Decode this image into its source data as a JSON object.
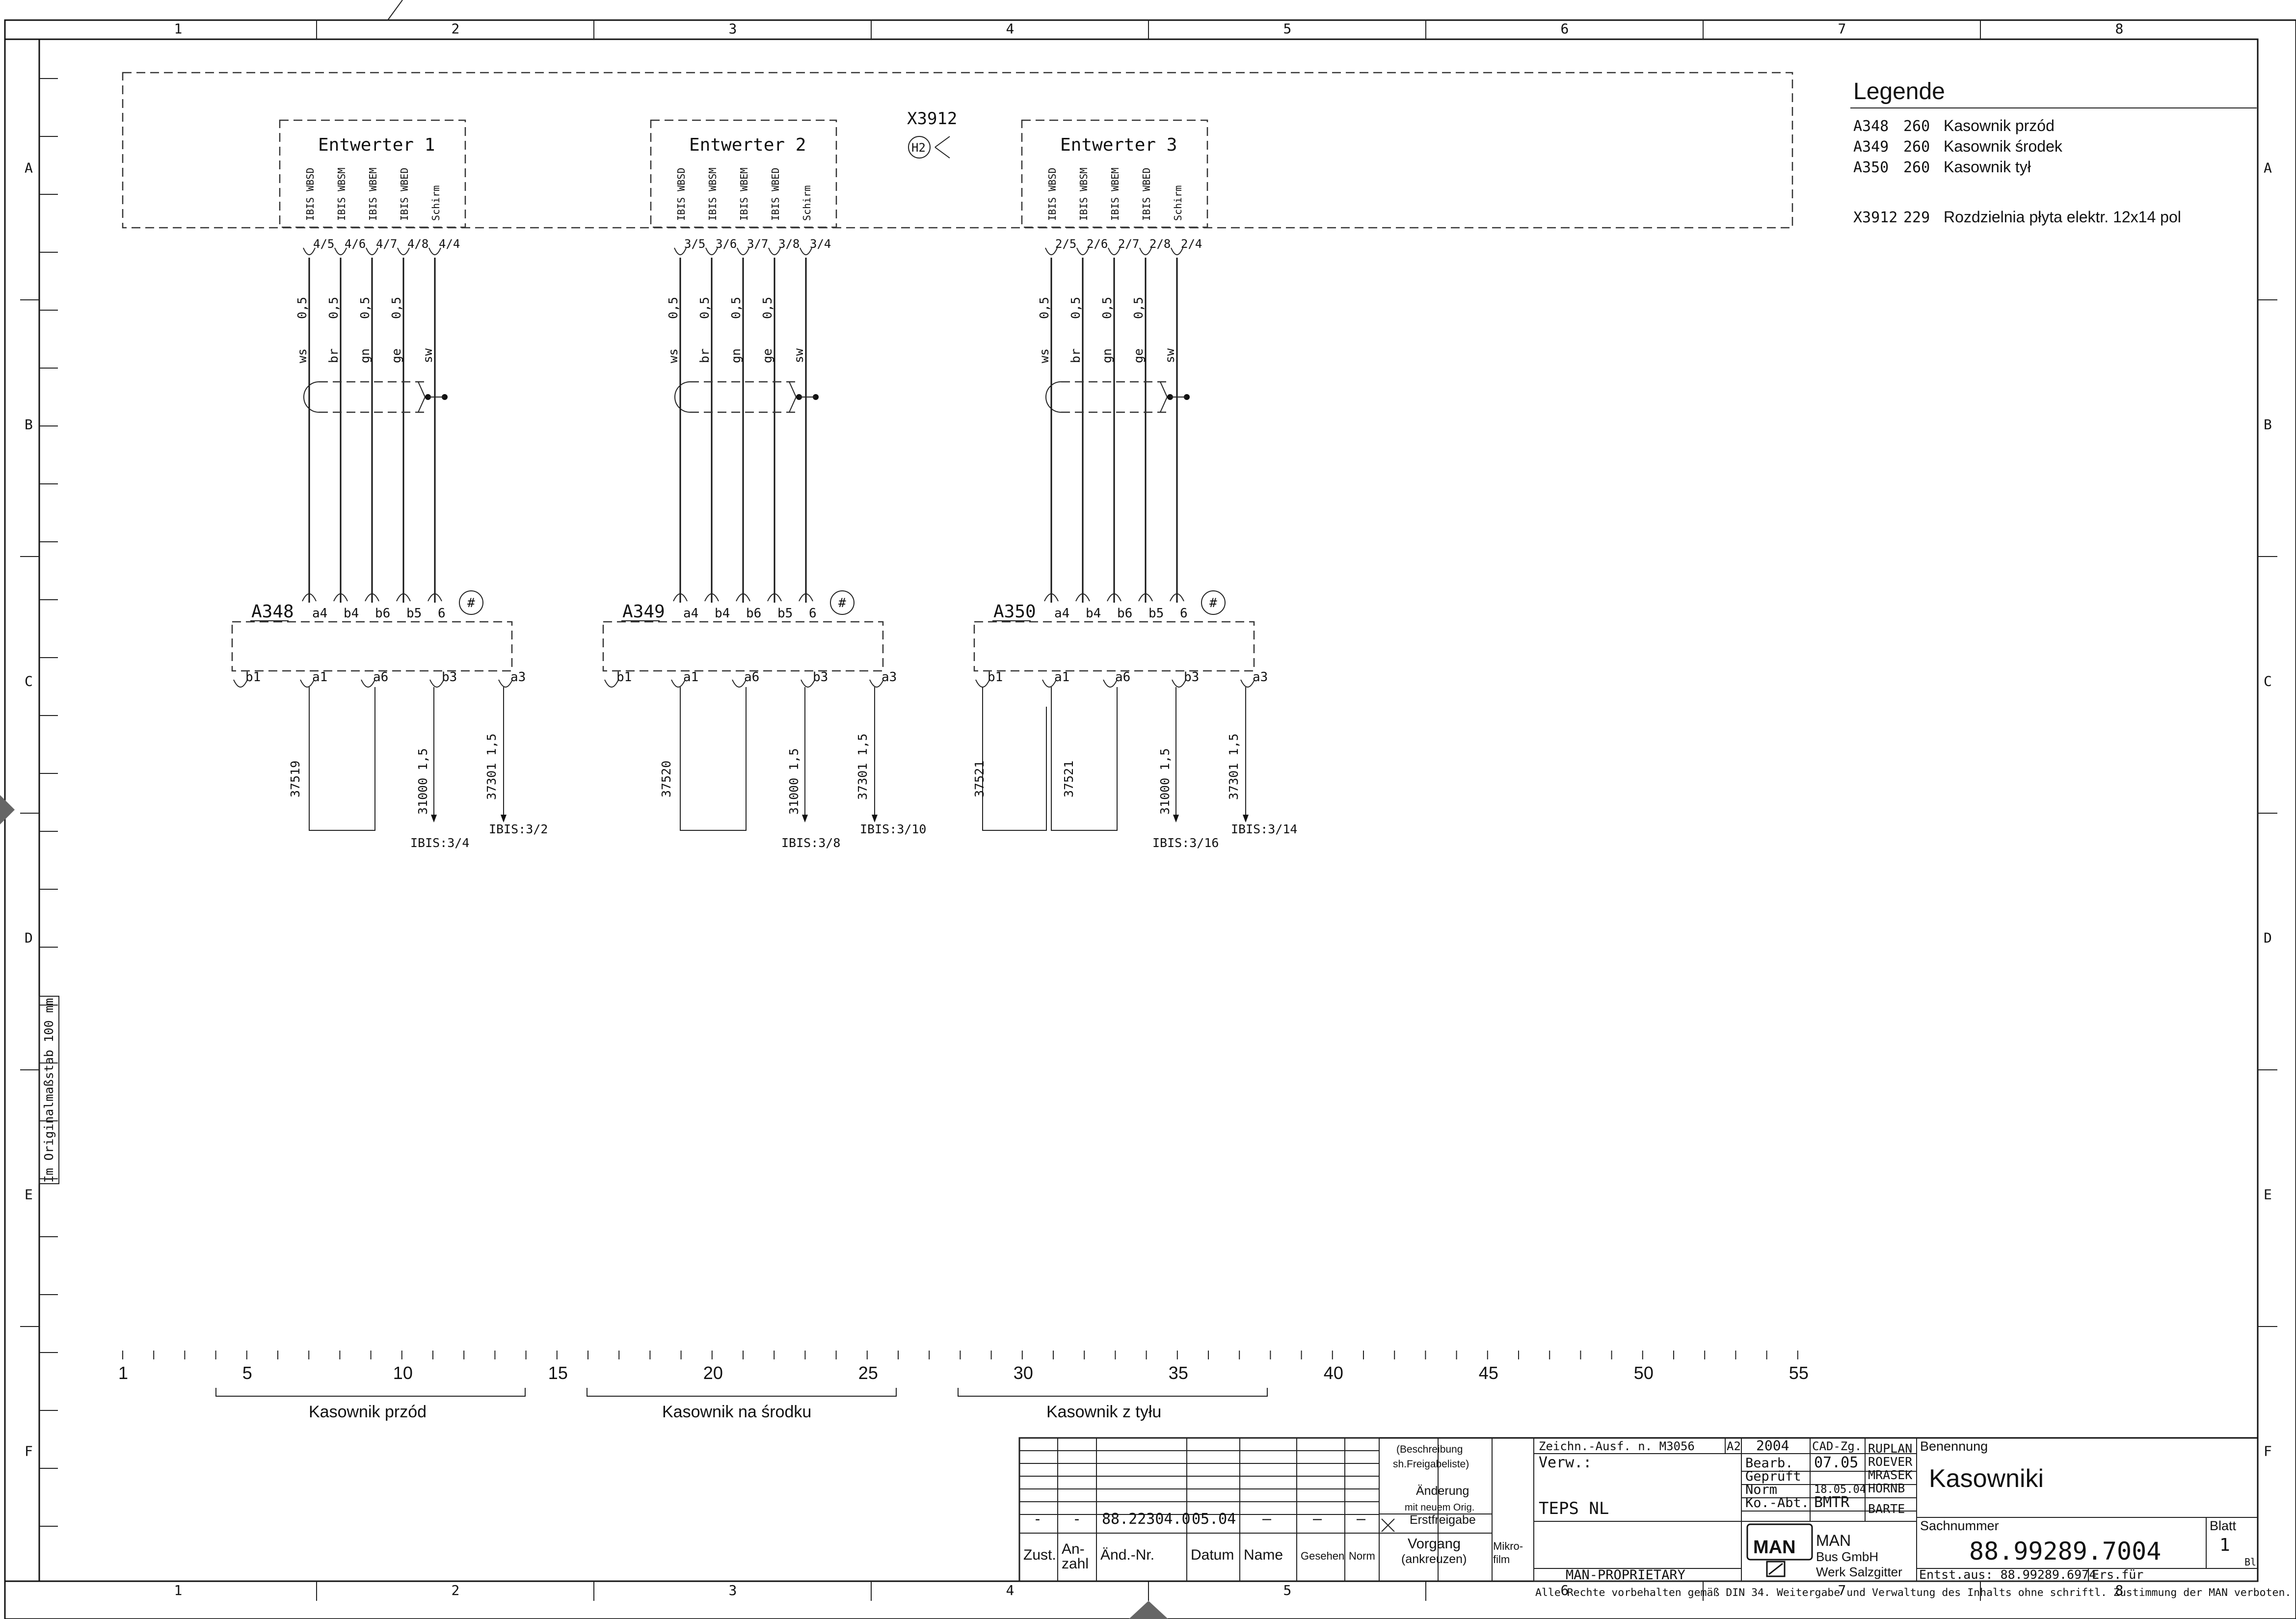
{
  "grid": {
    "columns": [
      "1",
      "2",
      "3",
      "4",
      "5",
      "6",
      "7",
      "8"
    ],
    "rows": [
      "A",
      "B",
      "C",
      "D",
      "E",
      "F"
    ],
    "scale_note": "Im Originalmaßstab 100 mm"
  },
  "legend": {
    "title": "Legende",
    "items": [
      {
        "code": "A348",
        "num": "260",
        "desc": "Kasownik przód"
      },
      {
        "code": "A349",
        "num": "260",
        "desc": "Kasownik środek"
      },
      {
        "code": "A350",
        "num": "260",
        "desc": "Kasownik tył"
      },
      {
        "code": "X3912",
        "num": "229",
        "desc": "Rozdzielnia płyta elektr. 12x14 pol"
      }
    ]
  },
  "connector": {
    "label": "X3912",
    "sub": "H2"
  },
  "converters": [
    {
      "title": "Entwerter 1",
      "signals": [
        "IBIS WBSD",
        "IBIS WBSM",
        "IBIS WBEM",
        "IBIS WBED",
        "Schirm"
      ],
      "pins": [
        "4/5",
        "4/6",
        "4/7",
        "4/8",
        "4/4"
      ],
      "sizes": [
        "0,5",
        "0,5",
        "0,5",
        "0,5"
      ],
      "colors": [
        "ws",
        "br",
        "gn",
        "ge",
        "sw"
      ],
      "device": "A348",
      "top_pins": [
        "a4",
        "b4",
        "b6",
        "b5",
        "6"
      ],
      "bottom_pins": [
        "b1",
        "a1",
        "a6",
        "b3",
        "a3"
      ],
      "wires": [
        "37519",
        "31000  1,5",
        "37301  1,5"
      ],
      "refs": [
        "IBIS:3/4",
        "IBIS:3/2"
      ],
      "mark": "#"
    },
    {
      "title": "Entwerter 2",
      "signals": [
        "IBIS WBSD",
        "IBIS WBSM",
        "IBIS WBEM",
        "IBIS WBED",
        "Schirm"
      ],
      "pins": [
        "3/5",
        "3/6",
        "3/7",
        "3/8",
        "3/4"
      ],
      "sizes": [
        "0,5",
        "0,5",
        "0,5",
        "0,5"
      ],
      "colors": [
        "ws",
        "br",
        "gn",
        "ge",
        "sw"
      ],
      "device": "A349",
      "top_pins": [
        "a4",
        "b4",
        "b6",
        "b5",
        "6"
      ],
      "bottom_pins": [
        "b1",
        "a1",
        "a6",
        "b3",
        "a3"
      ],
      "wires": [
        "37520",
        "31000  1,5",
        "37301  1,5"
      ],
      "refs": [
        "IBIS:3/8",
        "IBIS:3/10"
      ],
      "mark": "#"
    },
    {
      "title": "Entwerter 3",
      "signals": [
        "IBIS WBSD",
        "IBIS WBSM",
        "IBIS WBEM",
        "IBIS WBED",
        "Schirm"
      ],
      "pins": [
        "2/5",
        "2/6",
        "2/7",
        "2/8",
        "2/4"
      ],
      "sizes": [
        "0,5",
        "0,5",
        "0,5",
        "0,5"
      ],
      "colors": [
        "ws",
        "br",
        "gn",
        "ge",
        "sw"
      ],
      "device": "A350",
      "top_pins": [
        "a4",
        "b4",
        "b6",
        "b5",
        "6"
      ],
      "bottom_pins": [
        "b1",
        "a1",
        "a6",
        "b3",
        "a3"
      ],
      "wires": [
        "37521",
        "37521",
        "31000  1,5",
        "37301  1,5"
      ],
      "refs": [
        "IBIS:3/16",
        "IBIS:3/14"
      ],
      "mark": "#"
    }
  ],
  "ruler": {
    "numbers": [
      "1",
      "5",
      "10",
      "15",
      "20",
      "25",
      "30",
      "35",
      "40",
      "45",
      "50",
      "55"
    ],
    "groups": [
      "Kasownik przód",
      "Kasownik na środku",
      "Kasownik z tyłu"
    ]
  },
  "title_block": {
    "revision_row": [
      "-",
      "-",
      "88.22304.0",
      "05.04",
      "—",
      "—",
      "—"
    ],
    "revision_headers": [
      "Zust.",
      "An-\nzahl",
      "Änd.-Nr.",
      "Datum",
      "Name",
      "Gesehen",
      "Norm"
    ],
    "release_texts": [
      "(Beschreibung",
      "sh.Freigabeliste)",
      "Änderung",
      "mit neuem Orig.",
      "Erstfreigabe",
      "Vorgang",
      "(ankreuzen)",
      "Mikro-",
      "film"
    ],
    "zeichn": "Zeichn.-Ausf. n. M3056",
    "format": "A2",
    "year": "2004",
    "verw": "Verw.:",
    "teps": "TEPS NL",
    "cad": "CAD-Zg.",
    "rows": [
      {
        "label": "Bearb.",
        "date": "07.05",
        "name": "RUPLAN"
      },
      {
        "label": "Geprüft",
        "date": "",
        "name": "ROEVER"
      },
      {
        "label": "Norm",
        "date": "18.05.04",
        "name": "MRASEK"
      },
      {
        "label": "Ko.-Abt.",
        "date": "BMTR",
        "name": "HORNB"
      }
    ],
    "extra_name": "BARTE",
    "benennung_label": "Benennung",
    "benennung": "Kasowniki",
    "sachnummer_label": "Sachnummer",
    "sachnummer": "88.99289.7004",
    "blatt_label": "Blatt",
    "blatt": "1",
    "bl": "Bl",
    "company": [
      "MAN",
      "Bus GmbH",
      "Werk Salzgitter"
    ],
    "logo": "MAN",
    "proprietary": "MAN-PROPRIETARY",
    "entst": "Entst.aus: 88.99289.6974",
    "ers": "Ers.für",
    "rights": "Alle Rechte vorbehalten gemäß DIN 34. Weitergabe und Verwaltung des Inhalts ohne schriftl. Zustimmung der MAN verboten."
  }
}
